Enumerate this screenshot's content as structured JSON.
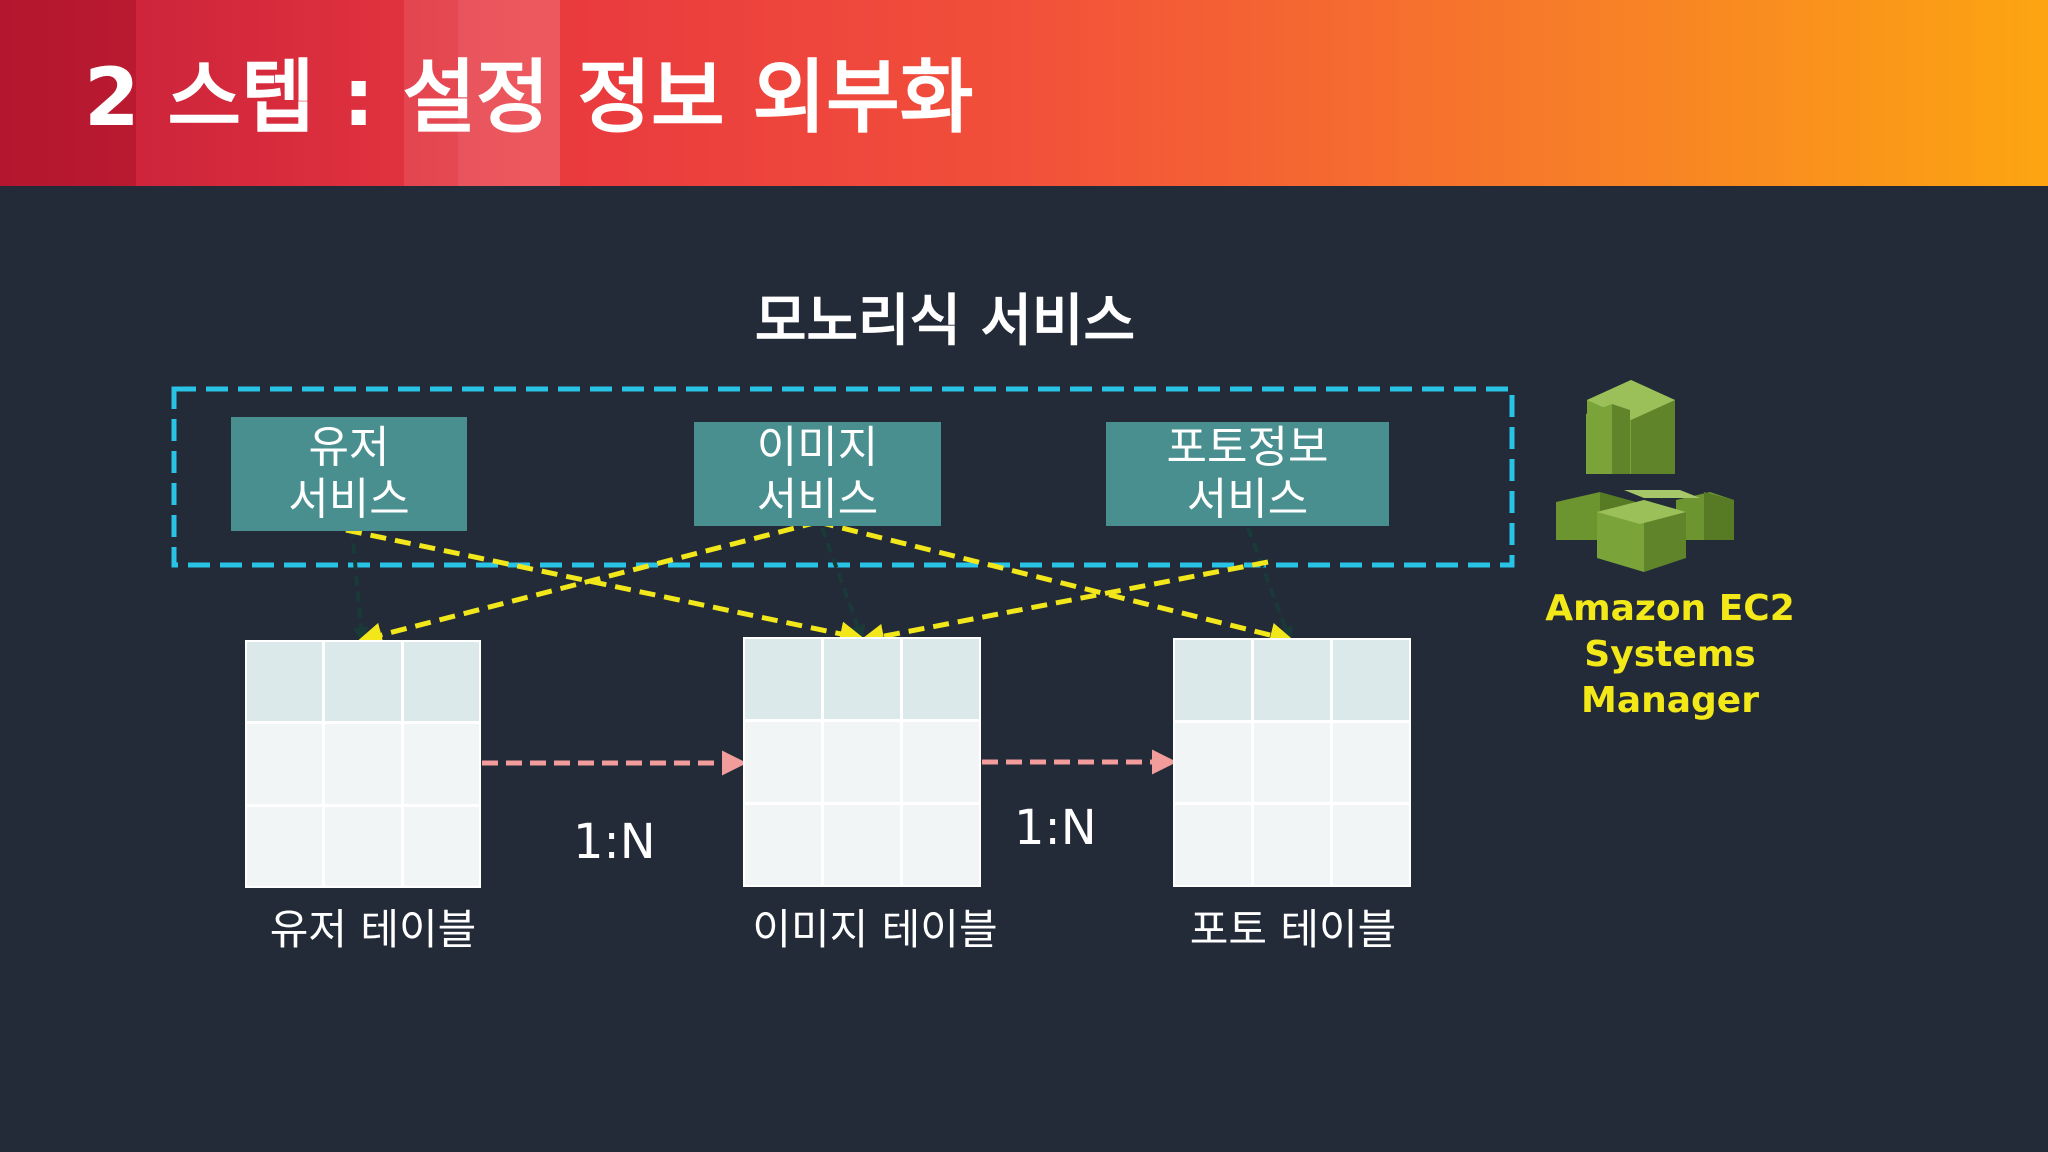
{
  "header": {
    "title": "2 스텝 : 설정 정보 외부화"
  },
  "diagram": {
    "title": "모노리식 서비스",
    "services": [
      {
        "line1": "유저",
        "line2": "서비스"
      },
      {
        "line1": "이미지",
        "line2": "서비스"
      },
      {
        "line1": "포토정보",
        "line2": "서비스"
      }
    ],
    "tables": [
      {
        "label": "유저 테이블"
      },
      {
        "label": "이미지 테이블"
      },
      {
        "label": "포토 테이블"
      }
    ],
    "relations": [
      "1:N",
      "1:N"
    ],
    "aws_service": {
      "line1": "Amazon EC2",
      "line2": "Systems",
      "line3": "Manager",
      "icon": "aws-systems-manager-icon"
    },
    "colors": {
      "boundary": "#29c3e6",
      "config_arrows": "#f2e71a",
      "relation_arrows": "#f29c9c",
      "service_box": "#4a8f8f",
      "aws_green": "#6a8f2e"
    }
  }
}
